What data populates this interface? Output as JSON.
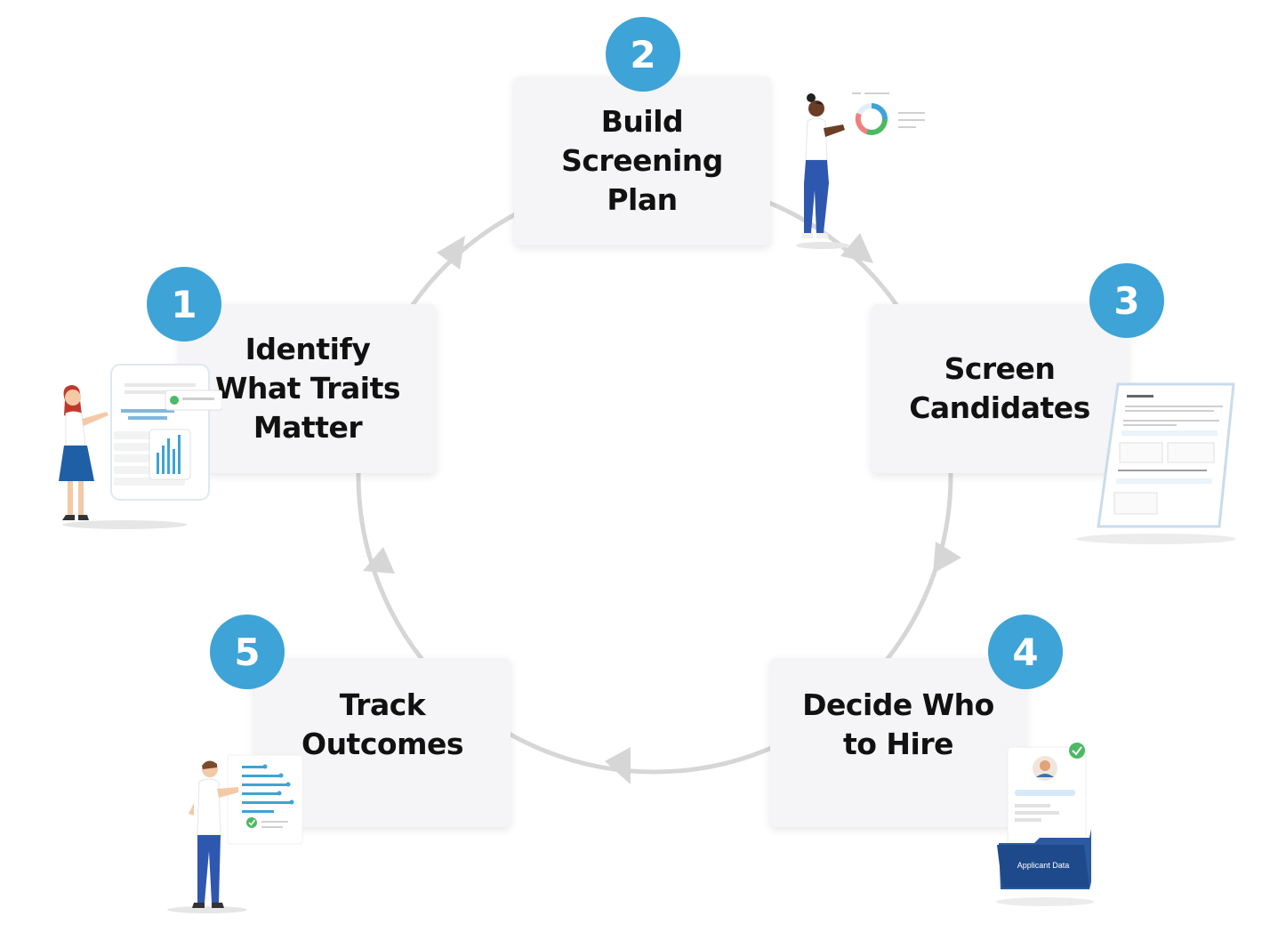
{
  "steps": [
    {
      "number": "1",
      "label_lines": [
        "Identify",
        "What Traits",
        "Matter"
      ]
    },
    {
      "number": "2",
      "label_lines": [
        "Build",
        "Screening",
        "Plan"
      ]
    },
    {
      "number": "3",
      "label_lines": [
        "Screen",
        "Candidates"
      ]
    },
    {
      "number": "4",
      "label_lines": [
        "Decide Who",
        "to Hire"
      ]
    },
    {
      "number": "5",
      "label_lines": [
        "Track",
        "Outcomes"
      ]
    }
  ],
  "illustrations": {
    "step1": "person-with-phone-survey-icon",
    "step2": "person-with-donut-chart-icon",
    "step3": "interview-document-icon",
    "step4": {
      "icon": "applicant-folder-icon",
      "folder_label": "Applicant Data"
    },
    "step5": "person-with-list-chart-icon"
  },
  "colors": {
    "badge": "#3ea3d6",
    "card": "#f5f5f7",
    "ring": "#d6d6d6",
    "text": "#111111"
  }
}
